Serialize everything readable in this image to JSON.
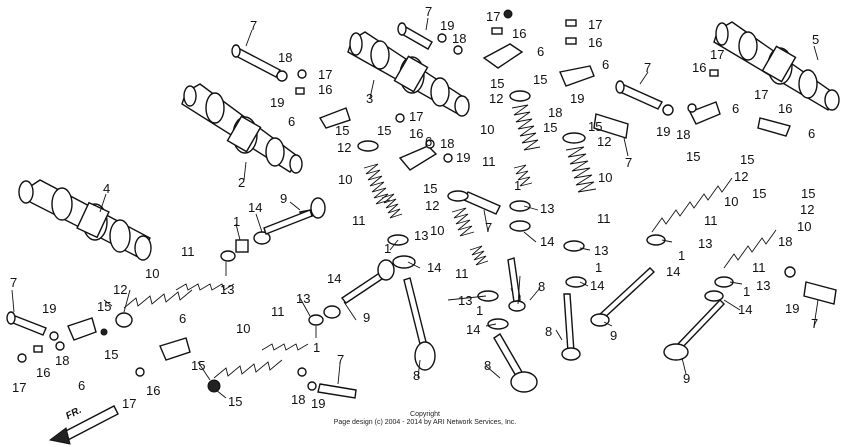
{
  "callouts": [
    "1",
    "2",
    "3",
    "4",
    "5",
    "6",
    "7",
    "8",
    "9",
    "10",
    "11",
    "12",
    "13",
    "14",
    "15",
    "16",
    "17",
    "18",
    "19"
  ],
  "front_marker": "FR.",
  "copyright_line1": "Copyright",
  "copyright_line2": "Page design (c) 2004 - 2014 by ARI Network Services, Inc."
}
